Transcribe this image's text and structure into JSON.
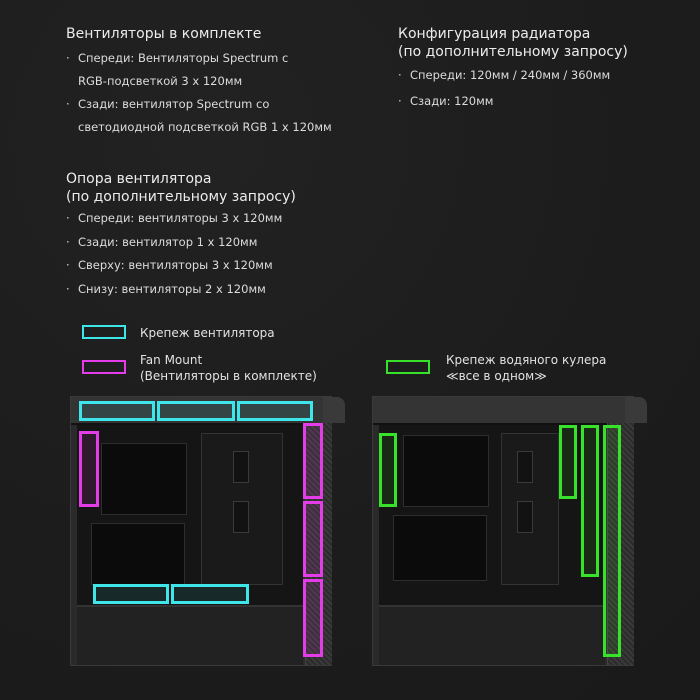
{
  "fans_included": {
    "title": "Вентиляторы в комплекте",
    "items": [
      {
        "bullet": "·",
        "lines": [
          "Спереди: Вентиляторы Spectrum с",
          "RGB-подсветкой 3 x 120мм"
        ]
      },
      {
        "bullet": "·",
        "lines": [
          "Сзади: вентилятор Spectrum со",
          "светодиодной подсветкой RGB 1 x 120мм"
        ]
      }
    ]
  },
  "radiator_config": {
    "title_lines": [
      "Конфигурация радиатора",
      "(по дополнительному запросу)"
    ],
    "items": [
      {
        "bullet": "·",
        "text": "Спереди: 120мм / 240мм / 360мм"
      },
      {
        "bullet": "·",
        "text": "Сзади: 120мм"
      }
    ]
  },
  "fan_support": {
    "title_lines": [
      "Опора вентилятора",
      "(по дополнительному запросу)"
    ],
    "items": [
      {
        "bullet": "·",
        "text": "Спереди: вентиляторы 3 x 120мм"
      },
      {
        "bullet": "·",
        "text": "Сзади: вентилятор 1 x 120мм"
      },
      {
        "bullet": "·",
        "text": "Сверху: вентиляторы 3 x 120мм"
      },
      {
        "bullet": "·",
        "text": "Снизу: вентиляторы 2 x 120мм"
      }
    ]
  },
  "legend": {
    "fan_mount": {
      "label": "Крепеж вентилятора",
      "color": "#3ee6ea"
    },
    "fans_included": {
      "label_lines": [
        "Fan Mount",
        "(Вентиляторы в комплекте)"
      ],
      "color": "#e43ce8"
    },
    "water_cooler": {
      "label_lines": [
        "Крепеж водяного кулера",
        "≪все в одном≫"
      ],
      "color": "#39e22a"
    }
  },
  "colors": {
    "background": "#1d1d1d",
    "case_body": "#2a2a2a",
    "cyan": "#3ee6ea",
    "magenta": "#e43ce8",
    "green": "#39e22a"
  }
}
